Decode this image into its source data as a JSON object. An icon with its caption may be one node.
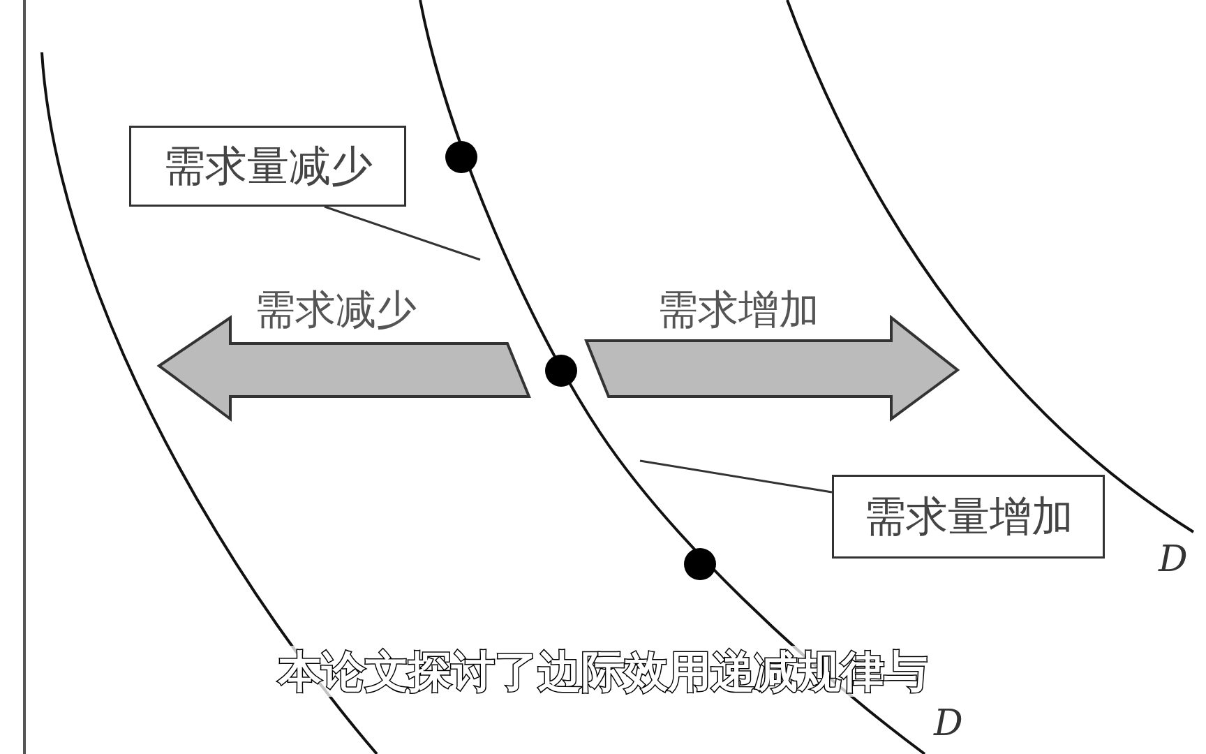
{
  "diagram": {
    "caption": "本论文探讨了边际效用递减规律与",
    "nodes": [
      {
        "text": [
          "需求量减少"
        ]
      },
      {
        "text": [],
        "shape": "curve",
        "beside": [
          "D"
        ]
      },
      {
        "text": [
          "需求量增加"
        ]
      }
    ],
    "edges": [
      {
        "from": 0,
        "to": 1,
        "arrow": "none"
      },
      {
        "from": 2,
        "to": 1,
        "arrow": "none"
      }
    ],
    "labels": [
      "需求减少",
      "需求增加",
      "D"
    ]
  }
}
